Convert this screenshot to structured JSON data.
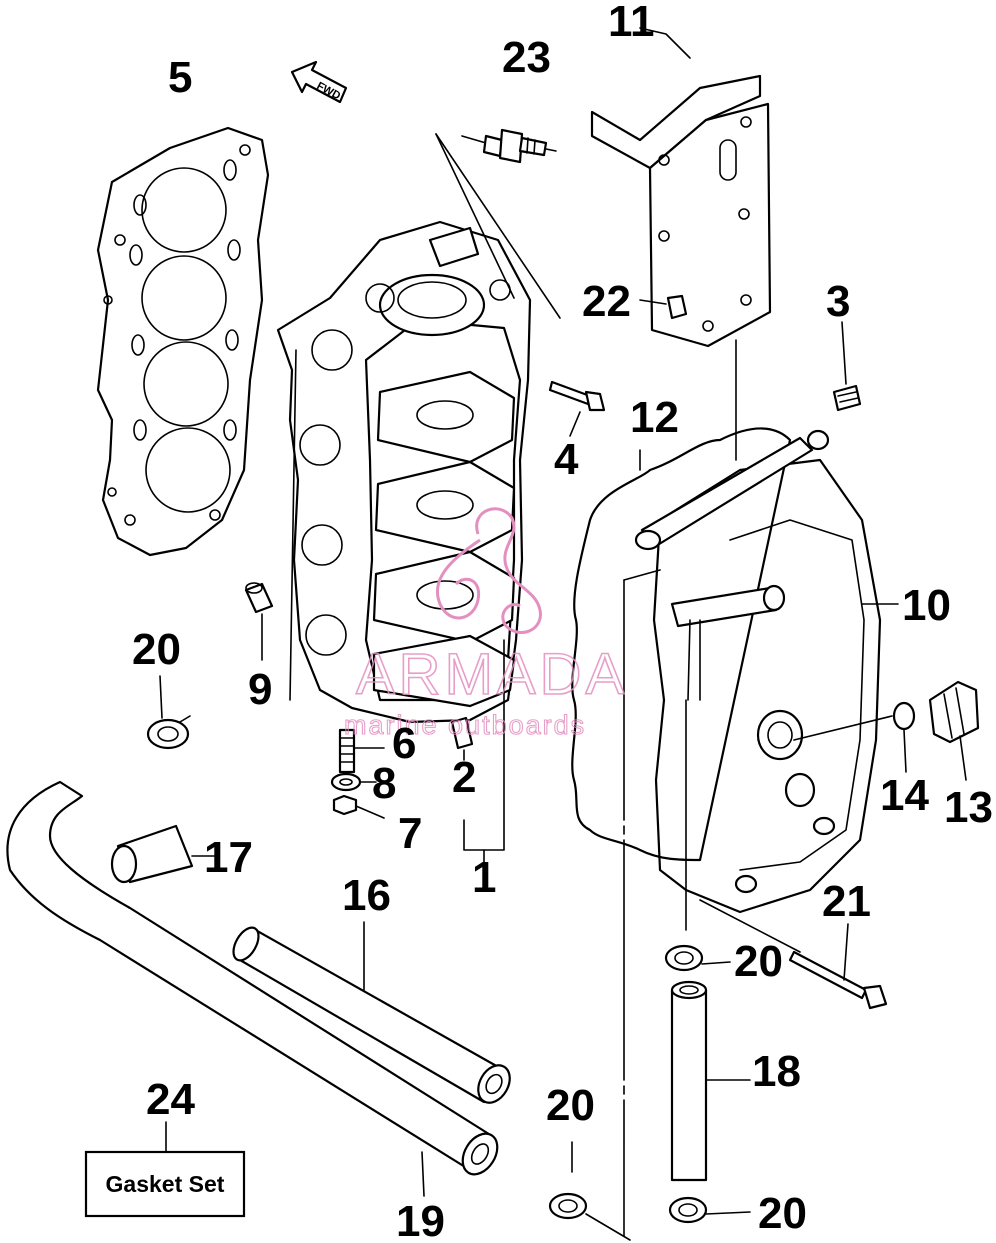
{
  "callouts": {
    "c1": "1",
    "c2": "2",
    "c3": "3",
    "c4": "4",
    "c5": "5",
    "c6": "6",
    "c7": "7",
    "c8": "8",
    "c9": "9",
    "c10": "10",
    "c11": "11",
    "c12": "12",
    "c13": "13",
    "c14": "14",
    "c16": "16",
    "c17": "17",
    "c18": "18",
    "c19": "19",
    "c20a": "20",
    "c20b": "20",
    "c20c": "20",
    "c20d": "20",
    "c21": "21",
    "c22": "22",
    "c23": "23",
    "c24": "24"
  },
  "gasket_box": {
    "label": "Gasket Set"
  },
  "watermark": {
    "brand": "ARMADA",
    "tagline": "marine outboards",
    "color": "#e38fc0"
  },
  "icons": {
    "front_arrow": "fwd-arrow-icon",
    "seahorse": "seahorse-logo-icon"
  }
}
